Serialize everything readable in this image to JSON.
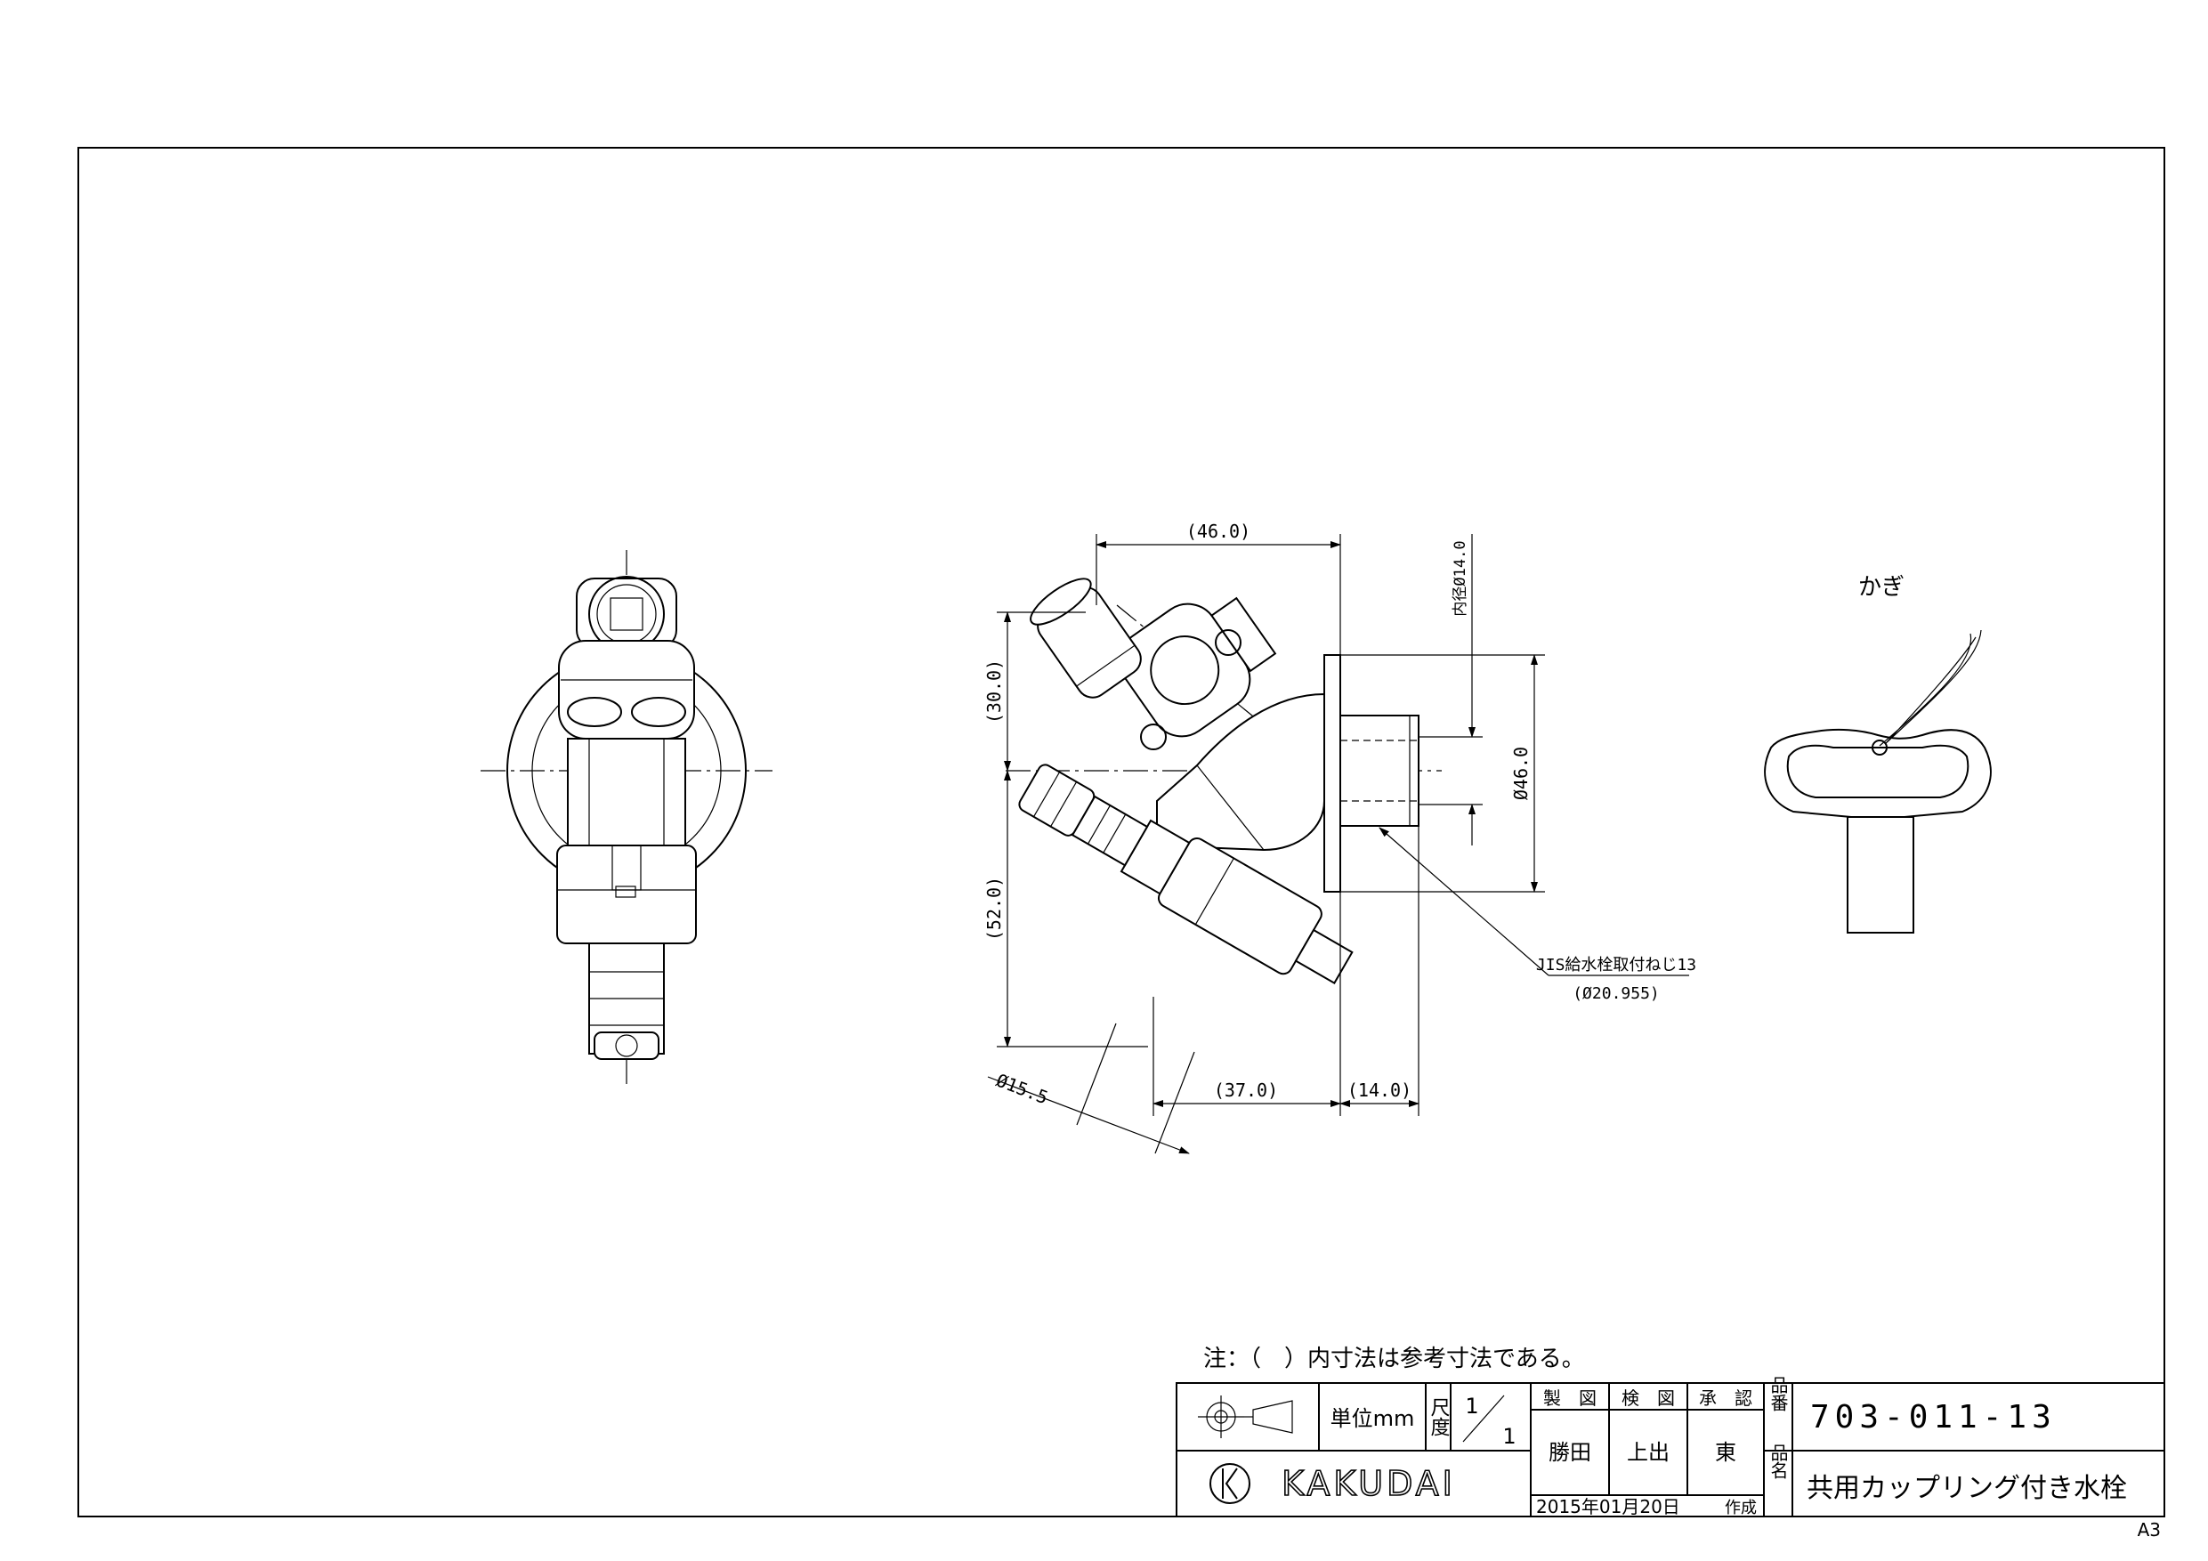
{
  "drawing": {
    "key_label": "かぎ",
    "note": "注：（　）内寸法は参考寸法である。",
    "dimensions": {
      "top_width": "(46.0)",
      "upper_height": "(30.0)",
      "lower_height": "(52.0)",
      "inner_diameter": "内径Ø14.0",
      "flange_diameter": "Ø46.0",
      "hose_diameter": "Ø15.5",
      "bottom_offset": "(37.0)",
      "thread_length": "(14.0)"
    },
    "callout": {
      "thread_spec": "JIS給水栓取付ねじ13",
      "thread_diameter": "(Ø20.955)"
    }
  },
  "title_block": {
    "unit_label": "単位mm",
    "scale_label": "尺度",
    "scale_num": "1",
    "scale_den": "1",
    "role_drawn": "製　図",
    "role_checked": "検　図",
    "role_approved": "承　認",
    "name_drawn": "勝田",
    "name_checked": "上出",
    "name_approved": "東",
    "part_no_label": "品番",
    "part_no": "703-011-13",
    "part_name_label": "品名",
    "part_name": "共用カップリング付き水栓",
    "company": "KAKUDAI",
    "date": "2015年01月20日",
    "date_suffix": "作成"
  },
  "sheet_size": "A3"
}
